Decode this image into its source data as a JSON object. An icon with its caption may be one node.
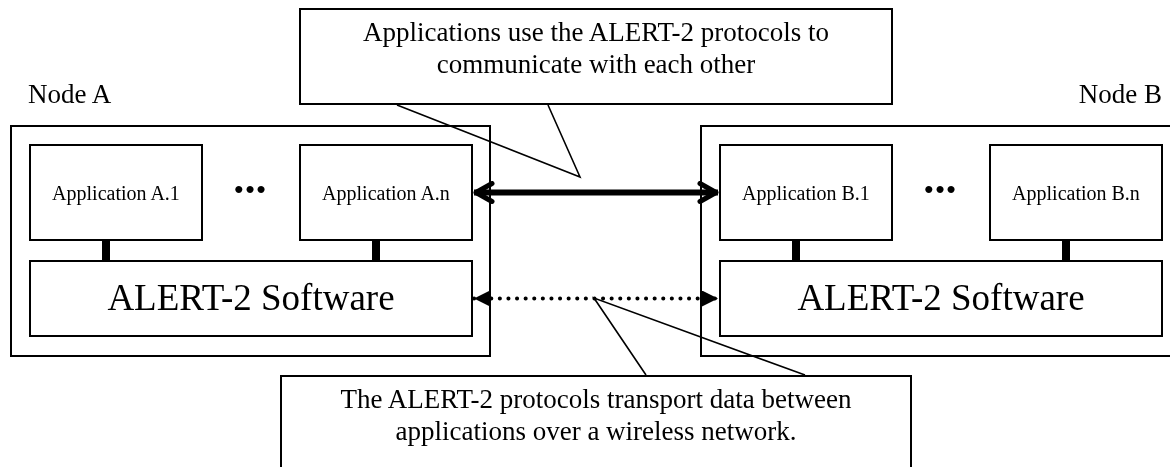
{
  "diagram": {
    "nodes": [
      {
        "text": [
          "Node A"
        ]
      },
      {
        "text": [
          "Application A.1"
        ],
        "in": 0
      },
      {
        "text": [
          "Application A.n"
        ],
        "in": 0
      },
      {
        "text": [
          "ALERT-2 Software"
        ],
        "in": 0
      },
      {
        "text": [
          "Node B"
        ]
      },
      {
        "text": [
          "Application B.1"
        ],
        "in": 4
      },
      {
        "text": [
          "Application B.n"
        ],
        "in": 4
      },
      {
        "text": [
          "ALERT-2 Software"
        ],
        "in": 4
      },
      {
        "text": [
          "Applications use the ALERT-2 protocols to communicate with each other"
        ]
      },
      {
        "text": [
          "The ALERT-2 protocols transport data between applications over a wireless network."
        ]
      }
    ],
    "edges": [
      {
        "from": 1,
        "to": 3,
        "arrow": "none"
      },
      {
        "from": 2,
        "to": 3,
        "arrow": "none"
      },
      {
        "from": 5,
        "to": 7,
        "arrow": "none"
      },
      {
        "from": 6,
        "to": 7,
        "arrow": "none"
      },
      {
        "from": 2,
        "to": 5,
        "arrow": "both"
      },
      {
        "from": 3,
        "to": 7,
        "arrow": "both",
        "style": "dashed"
      },
      {
        "from": 8,
        "to": null,
        "arrow": "none"
      },
      {
        "from": 9,
        "to": null,
        "arrow": "none"
      }
    ],
    "labels": [
      "•••",
      "•••"
    ]
  }
}
